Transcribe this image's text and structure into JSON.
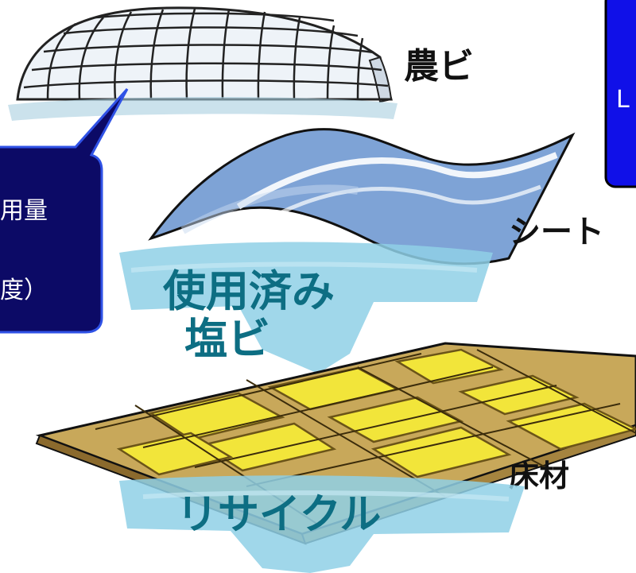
{
  "labels": {
    "greenhouse": "農ビ",
    "sheet": "シート",
    "used_pvc_line1": "使用済み",
    "used_pvc_line2": "塩ビ",
    "flooring": "床材",
    "recycle": "リサイクル"
  },
  "callout_left": {
    "line1": "用量",
    "line2": "度）"
  },
  "callout_right": {
    "text": "L"
  },
  "colors": {
    "callout_fill": "#0c0a66",
    "callout_border": "#2f52e6",
    "right_box_fill": "#1010e8",
    "arrow_wash": "#8fd0e6",
    "tile_yellow": "#f2e53a",
    "tile_brown": "#c8a85a"
  }
}
